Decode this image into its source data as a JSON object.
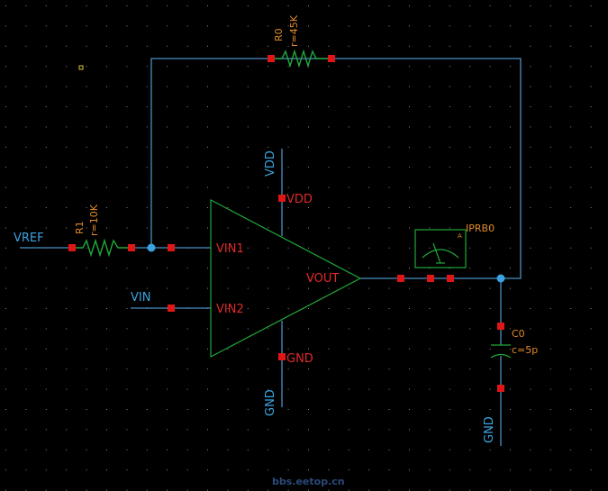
{
  "nets": {
    "vref": "VREF",
    "vin": "VIN",
    "vdd": "VDD",
    "gnd_opamp": "GND",
    "gnd_cap": "GND"
  },
  "opamp": {
    "pin_vdd": "VDD",
    "pin_vin1": "VIN1",
    "pin_vin2": "VIN2",
    "pin_vout": "VOUT",
    "pin_gnd": "GND"
  },
  "r0": {
    "name": "R0",
    "value": "r=45K"
  },
  "r1": {
    "name": "R1",
    "value": "r=10K"
  },
  "c0": {
    "name": "C0",
    "value": "c=5p"
  },
  "probe": {
    "name": "IPRB0",
    "unit": "A"
  },
  "watermark": "bbs.eetop.cn",
  "colors": {
    "background": "#000000",
    "wire": "#4a8fc4",
    "symbol": "#1fa83a",
    "pin": "#e01616",
    "net_label": "#3aa3e0",
    "pin_label": "#e02a2a",
    "param_label": "#e08a2a"
  }
}
